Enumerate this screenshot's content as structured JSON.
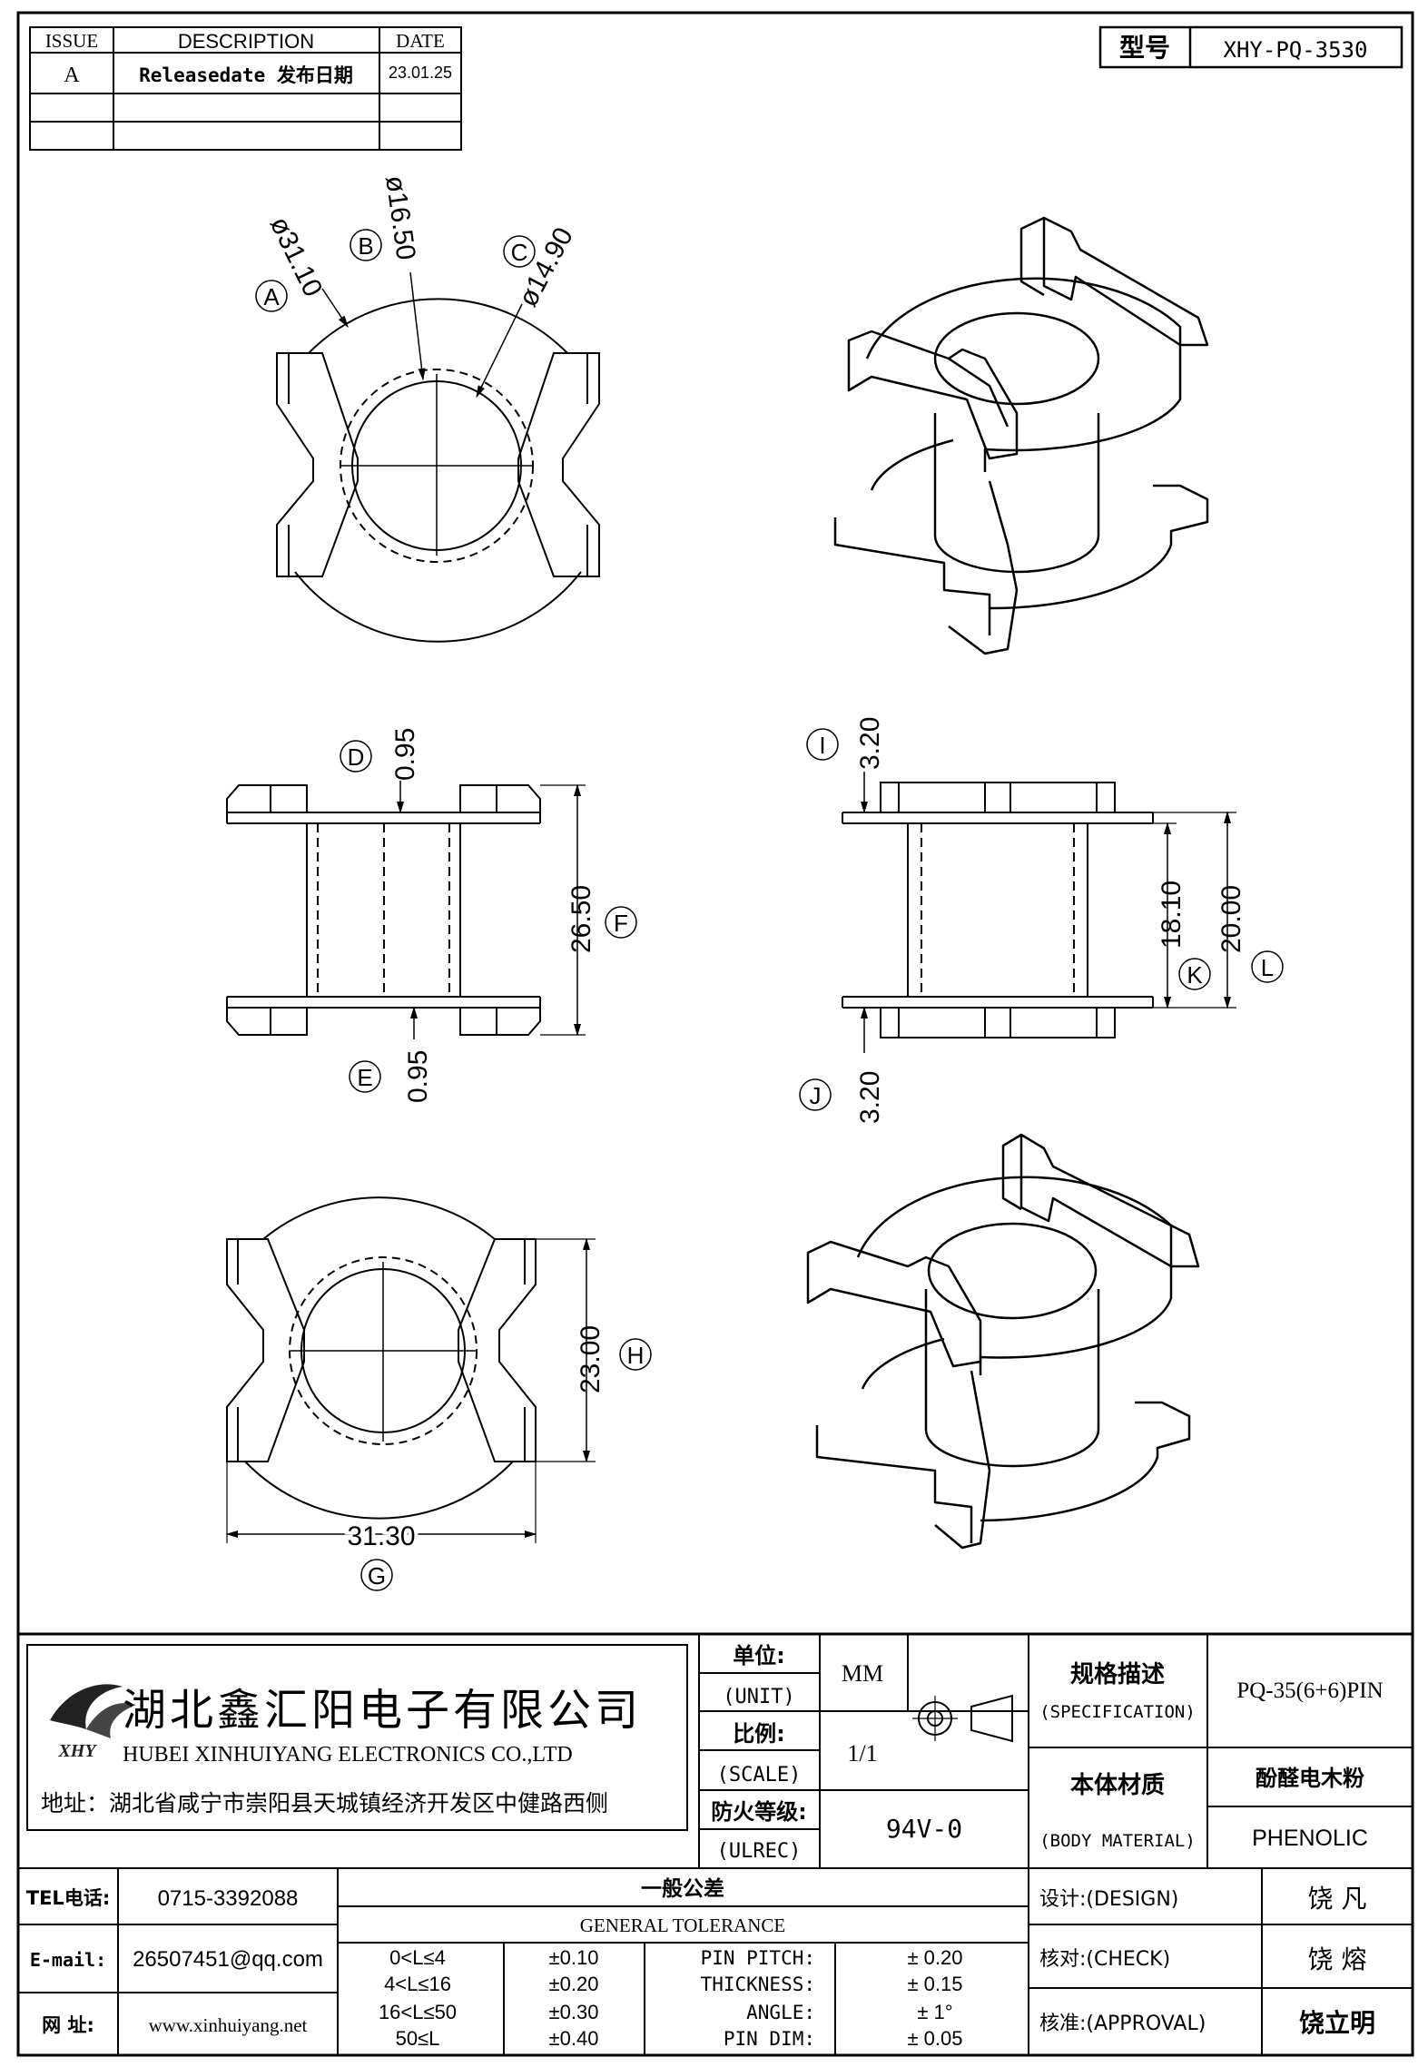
{
  "revision_table": {
    "headers": [
      "ISSUE",
      "DESCRIPTION",
      "DATE"
    ],
    "rows": [
      [
        "A",
        "Releasedate 发布日期",
        "23.01.25"
      ]
    ]
  },
  "model": {
    "label": "型号",
    "value": "XHY-PQ-3530"
  },
  "dimensions": {
    "A": {
      "letter": "A",
      "value": "ø31.10"
    },
    "B": {
      "letter": "B",
      "value": "ø16.50"
    },
    "C": {
      "letter": "C",
      "value": "ø14.90"
    },
    "D": {
      "letter": "D",
      "value": "0.95"
    },
    "E": {
      "letter": "E",
      "value": "0.95"
    },
    "F": {
      "letter": "F",
      "value": "26.50"
    },
    "G": {
      "letter": "G",
      "value": "31.30"
    },
    "H": {
      "letter": "H",
      "value": "23.00"
    },
    "I": {
      "letter": "I",
      "value": "3.20"
    },
    "J": {
      "letter": "J",
      "value": "3.20"
    },
    "K": {
      "letter": "K",
      "value": "18.10"
    },
    "L": {
      "letter": "L",
      "value": "20.00"
    }
  },
  "company": {
    "name_cn": "湖北鑫汇阳电子有限公司",
    "name_en": "HUBEI XINHUIYANG ELECTRONICS CO.,LTD",
    "address": "地址：湖北省咸宁市崇阳县天城镇经济开发区中健路西侧",
    "logo_text": "XHY"
  },
  "title_block": {
    "unit_label_cn": "单位:",
    "unit_label_en": "(UNIT)",
    "unit_value": "MM",
    "scale_label_cn": "比例:",
    "scale_label_en": "(SCALE)",
    "scale_value": "1/1",
    "fire_label_cn": "防火等级:",
    "fire_label_en": "(ULREC)",
    "fire_value": "94V-0",
    "spec_label_cn": "规格描述",
    "spec_label_en": "(SPECIFICATION)",
    "spec_value": "PQ-35(6+6)PIN",
    "material_label_cn": "本体材质",
    "material_label_en": "(BODY MATERIAL)",
    "material_value_cn": "酚醛电木粉",
    "material_value_en": "PHENOLIC"
  },
  "contact": {
    "tel_label": "TEL电话:",
    "tel": "0715-3392088",
    "email_label": "E-mail:",
    "email": "26507451@qq.com",
    "web_label": "网  址:",
    "web": "www.xinhuiyang.net"
  },
  "tolerance": {
    "title_cn": "一般公差",
    "title_en": "GENERAL TOLERANCE",
    "ranges": [
      {
        "range": "0<L≤4",
        "tol": "±0.10"
      },
      {
        "range": "4<L≤16",
        "tol": "±0.20"
      },
      {
        "range": "16<L≤50",
        "tol": "±0.30"
      },
      {
        "range": "50≤L",
        "tol": "±0.40"
      }
    ],
    "specs": [
      {
        "name": "PIN PITCH:",
        "value": "± 0.20"
      },
      {
        "name": "THICKNESS:",
        "value": "± 0.15"
      },
      {
        "name": "ANGLE:",
        "value": "± 1°"
      },
      {
        "name": "PIN DIM:",
        "value": "± 0.05"
      }
    ]
  },
  "signoff": [
    {
      "label": "设计:(DESIGN)",
      "name": "饶  凡"
    },
    {
      "label": "核对:(CHECK)",
      "name": "饶  熔"
    },
    {
      "label": "核准:(APPROVAL)",
      "name": "饶立明"
    }
  ]
}
